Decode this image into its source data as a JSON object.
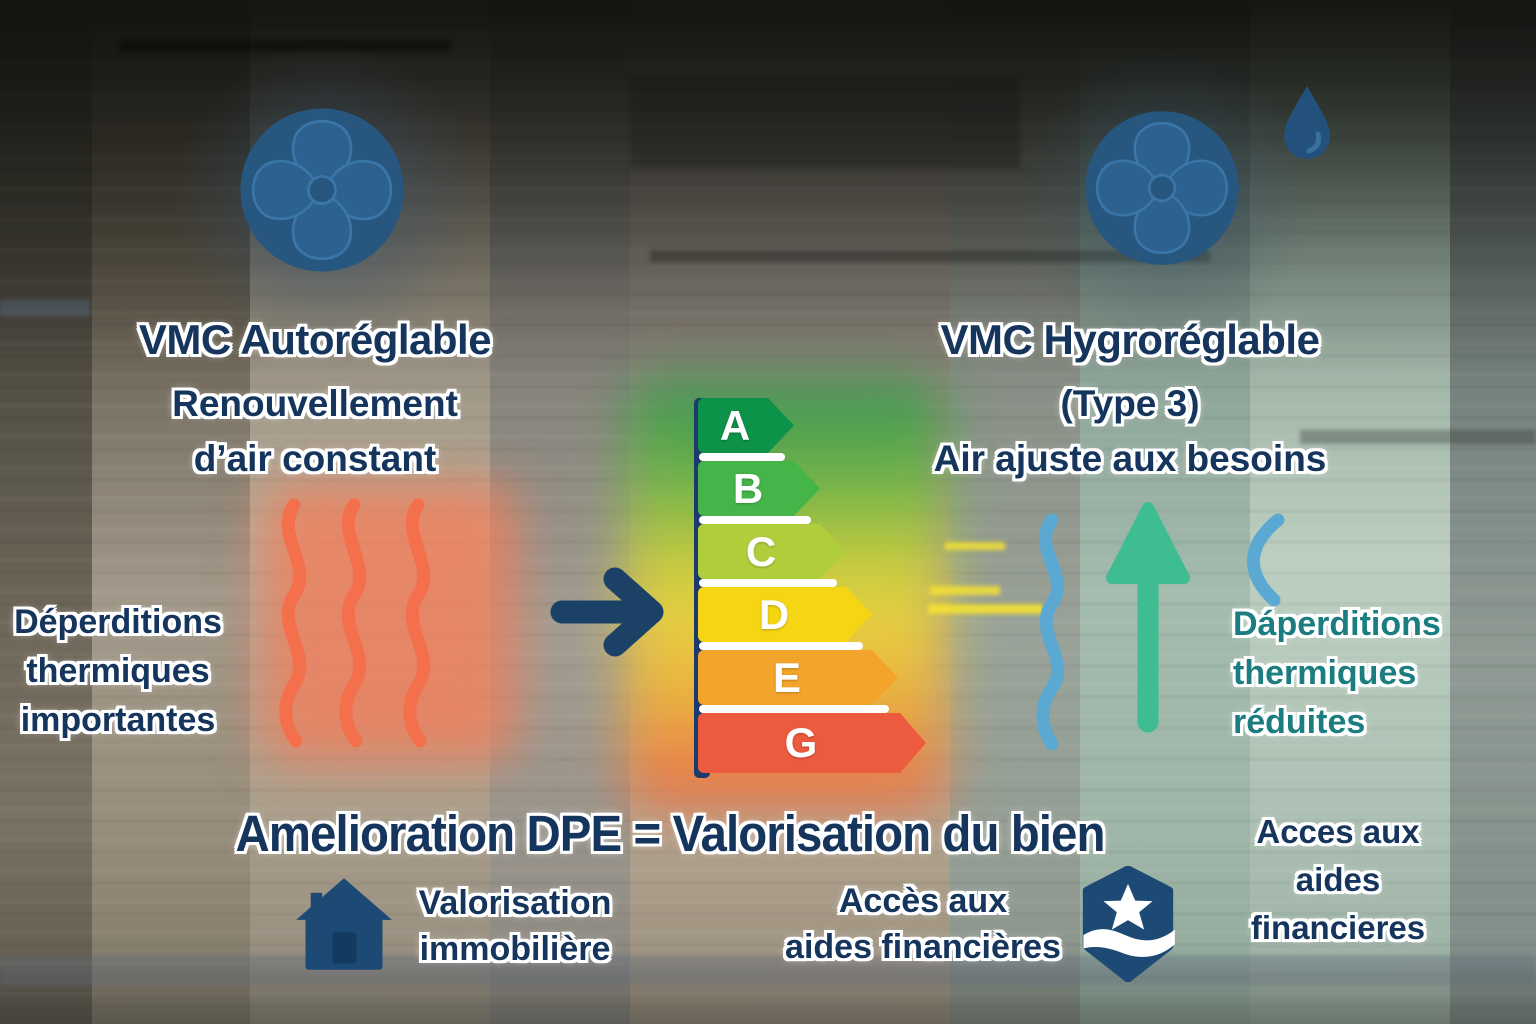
{
  "left_panel": {
    "title": "VMC Autoréglable",
    "subtitle_line1": "Renouvellement",
    "subtitle_line2": "d’air constant",
    "loss_line1": "Déperditions",
    "loss_line2": "thermiques",
    "loss_line3": "importantes"
  },
  "right_panel": {
    "title": "VMC Hygroréglable",
    "subtitle_line1": "(Type 3)",
    "subtitle_line2": "Air ajuste aux besoins",
    "loss_line1": "Dáperditions",
    "loss_line2": "thermiques",
    "loss_line3": "réduites"
  },
  "dpe_scale": {
    "grades": [
      {
        "label": "A",
        "color": "#0d9249"
      },
      {
        "label": "B",
        "color": "#45b549"
      },
      {
        "label": "C",
        "color": "#b0ce3b"
      },
      {
        "label": "D",
        "color": "#f6d515"
      },
      {
        "label": "E",
        "color": "#f3a52b"
      },
      {
        "label": "G",
        "color": "#ec5b3d"
      }
    ]
  },
  "bottom": {
    "headline": "Amelioration DPE = Valorisation du bien",
    "benefit1_line1": "Valorisation",
    "benefit1_line2": "immobilière",
    "benefit2_line1": "Accès aux",
    "benefit2_line2": "aides financières",
    "benefit3_line1": "Acces aux",
    "benefit3_line2": "aides",
    "benefit3_line3": "financieres"
  },
  "icons": {
    "left_fan": "fan-icon",
    "right_fan": "fan-icon",
    "droplet": "water-drop-icon",
    "heat_waves": "heat-waves-icon",
    "air_waves": "air-waves-icon",
    "arrow_right": "arrow-right-icon",
    "arrow_up": "arrow-up-icon",
    "house": "house-icon",
    "badge": "badge-star-hand-icon"
  },
  "colors": {
    "navy_text": "#16355c",
    "teal_text": "#1b7d80",
    "icon_navy": "#234f79",
    "icon_navy_dark": "#1d4a74",
    "arrow_navy": "#1c4166",
    "arrow_teal": "#3ebc92",
    "heat_wave_orange": "#f4704c",
    "air_wave_blue": "#5ba9d2"
  }
}
